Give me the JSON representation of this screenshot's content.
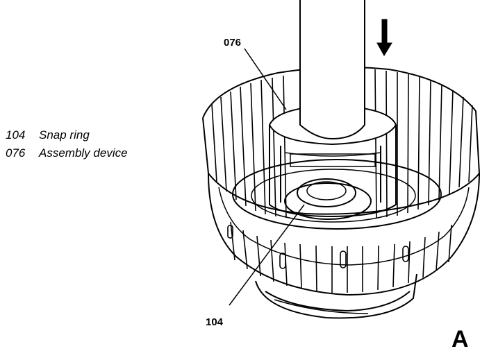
{
  "legend": [
    {
      "number": "104",
      "label": "Snap ring"
    },
    {
      "number": "076",
      "label": "Assembly device"
    }
  ],
  "callouts": {
    "assembly_device": "076",
    "snap_ring": "104"
  },
  "view_letter": "A"
}
